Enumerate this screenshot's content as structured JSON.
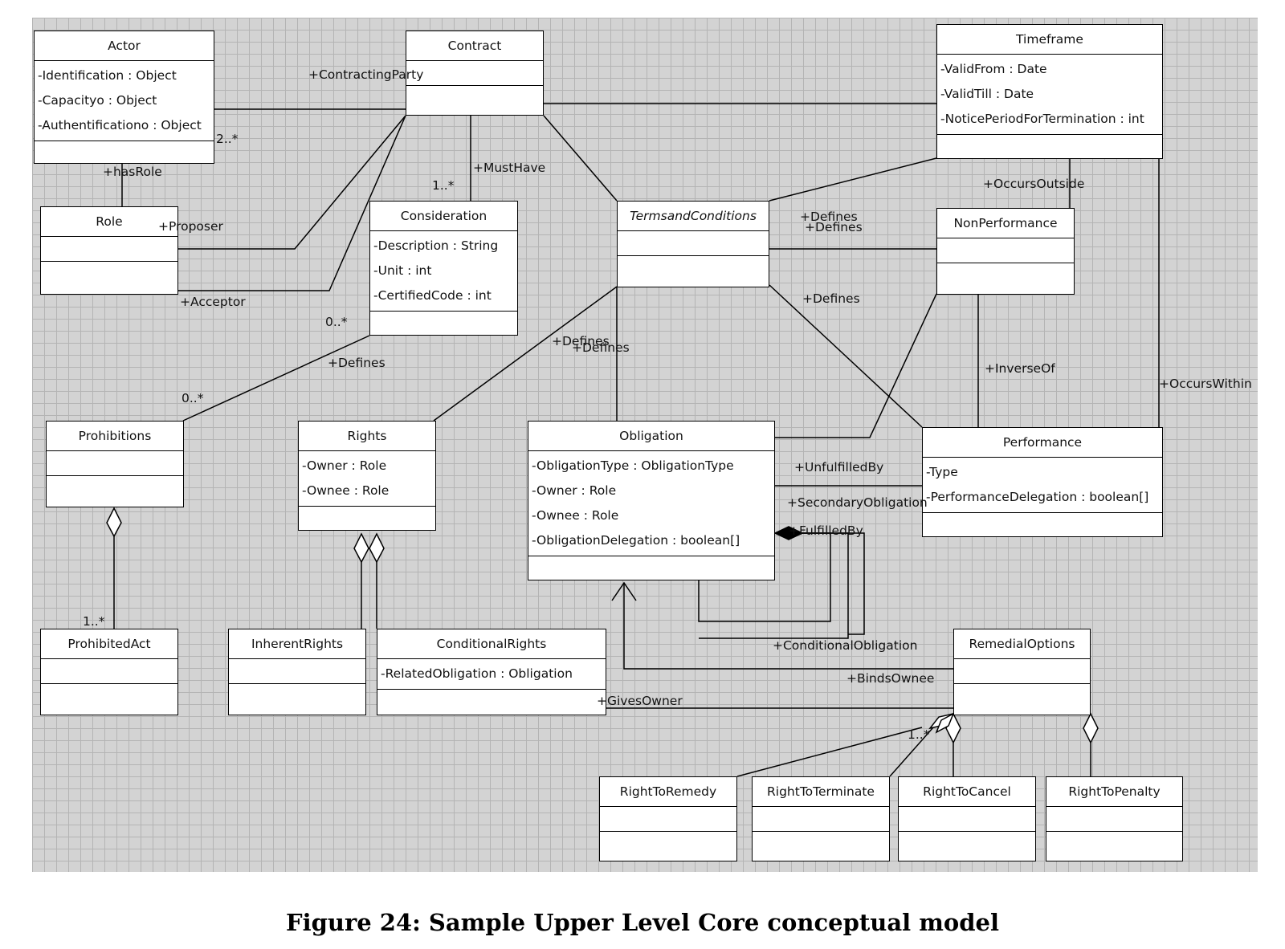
{
  "colors": {
    "background_grid": "#d3d3d3",
    "grid_line": "#b4b4b4",
    "box_fill": "#ffffff",
    "stroke": "#000000"
  },
  "classes": {
    "actor": {
      "name": "Actor",
      "attrs": [
        "-Identification : Object",
        "-Capacityo : Object",
        "-Authentificationo : Object"
      ]
    },
    "contract": {
      "name": "Contract",
      "attrs": [
        "+ContractingParty"
      ]
    },
    "timeframe": {
      "name": "Timeframe",
      "attrs": [
        "-ValidFrom : Date",
        "-ValidTill : Date",
        "-NoticePeriodForTermination : int"
      ]
    },
    "role": {
      "name": "Role"
    },
    "consideration": {
      "name": "Consideration",
      "attrs": [
        "-Description : String",
        "-Unit : int",
        "-CertifiedCode : int"
      ]
    },
    "terms": {
      "name": "TermsandConditions"
    },
    "nonperformance": {
      "name": "NonPerformance"
    },
    "prohibitions": {
      "name": "Prohibitions"
    },
    "rights": {
      "name": "Rights",
      "attrs": [
        "-Owner : Role",
        "-Ownee : Role"
      ]
    },
    "obligation": {
      "name": "Obligation",
      "attrs": [
        "-ObligationType : ObligationType",
        "-Owner : Role",
        "-Ownee : Role",
        "-ObligationDelegation : boolean[]"
      ]
    },
    "performance": {
      "name": "Performance",
      "attrs": [
        "-Type",
        "-PerformanceDelegation : boolean[]"
      ]
    },
    "prohibitedact": {
      "name": "ProhibitedAct"
    },
    "inherentrights": {
      "name": "InherentRights"
    },
    "conditionalrights": {
      "name": "ConditionalRights",
      "attrs": [
        "-RelatedObligation : Obligation"
      ]
    },
    "remedialoptions": {
      "name": "RemedialOptions"
    },
    "righttoremedy": {
      "name": "RightToRemedy"
    },
    "righttoterminate": {
      "name": "RightToTerminate"
    },
    "righttocancel": {
      "name": "RightToCancel"
    },
    "righttopenalty": {
      "name": "RightToPenalty"
    }
  },
  "labels": {
    "contracting_party": "+ContractingParty",
    "actor_mult": "2..*",
    "has_role": "+hasRole",
    "proposer": "+Proposer",
    "acceptor": "+Acceptor",
    "must_have": "+MustHave",
    "must_have_mult": "1..*",
    "consideration_mult": "0..*",
    "defines_consideration": "+Defines",
    "prohibitions_mult": "0..*",
    "occurs_outside": "+OccursOutside",
    "defines_1": "+Defines",
    "defines_2": "+Defines",
    "defines_3": "+Defines",
    "defines_4": "+Defines",
    "defines_5": "+Defines",
    "inverse_of": "+InverseOf",
    "occurs_within": "+OccursWithin",
    "unfulfilled_by": "+UnfulfilledBy",
    "secondary_obligation": "+SecondaryObligation",
    "fulfilled_by": "+FulfilledBy",
    "conditional_obligation": "+ConditionalObligation",
    "binds_ownee": "+BindsOwnee",
    "gives_owner": "+GivesOwner",
    "prohibited_mult": "1..*",
    "remedial_mult": "1..*"
  },
  "caption": "Figure 24: Sample Upper Level Core conceptual model"
}
